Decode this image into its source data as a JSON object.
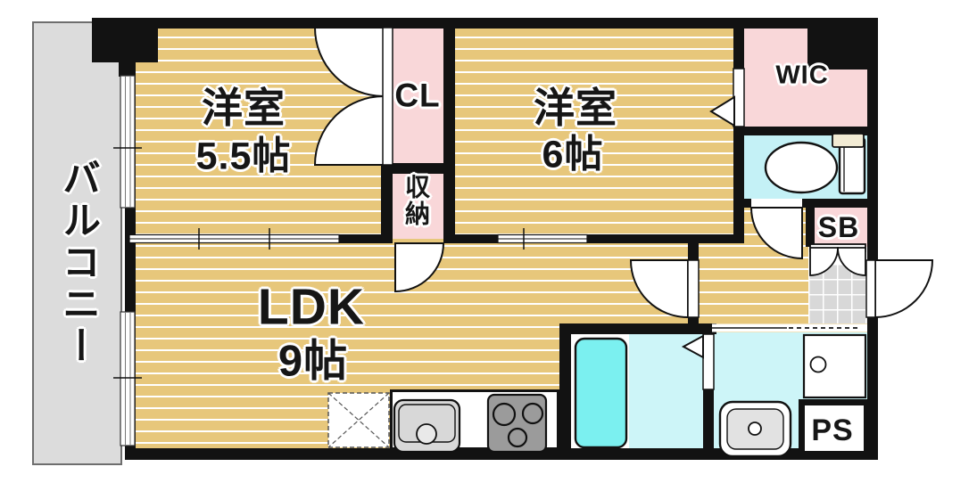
{
  "labels": {
    "room_west_name": "洋室",
    "room_west_size": "5.5帖",
    "room_east_name": "洋室",
    "room_east_size": "6帖",
    "ldk_name": "LDK",
    "ldk_size": "9帖",
    "closet": "CL",
    "storage": "収納",
    "walk_in_closet": "WIC",
    "shoe_box": "SB",
    "pipe_space": "PS",
    "balcony": "バルコニー"
  },
  "colors": {
    "wall": "#121212",
    "room_floor": "#e7c77b",
    "closet_pink": "#f9d7d9",
    "toilet_cyan": "#c4f1f6",
    "washroom_cyan": "#cdf5f8",
    "bathtub_cyan": "#7bf0f0",
    "balcony_gray": "#dcdcdc",
    "tile_gray": "#d8d8d8"
  }
}
